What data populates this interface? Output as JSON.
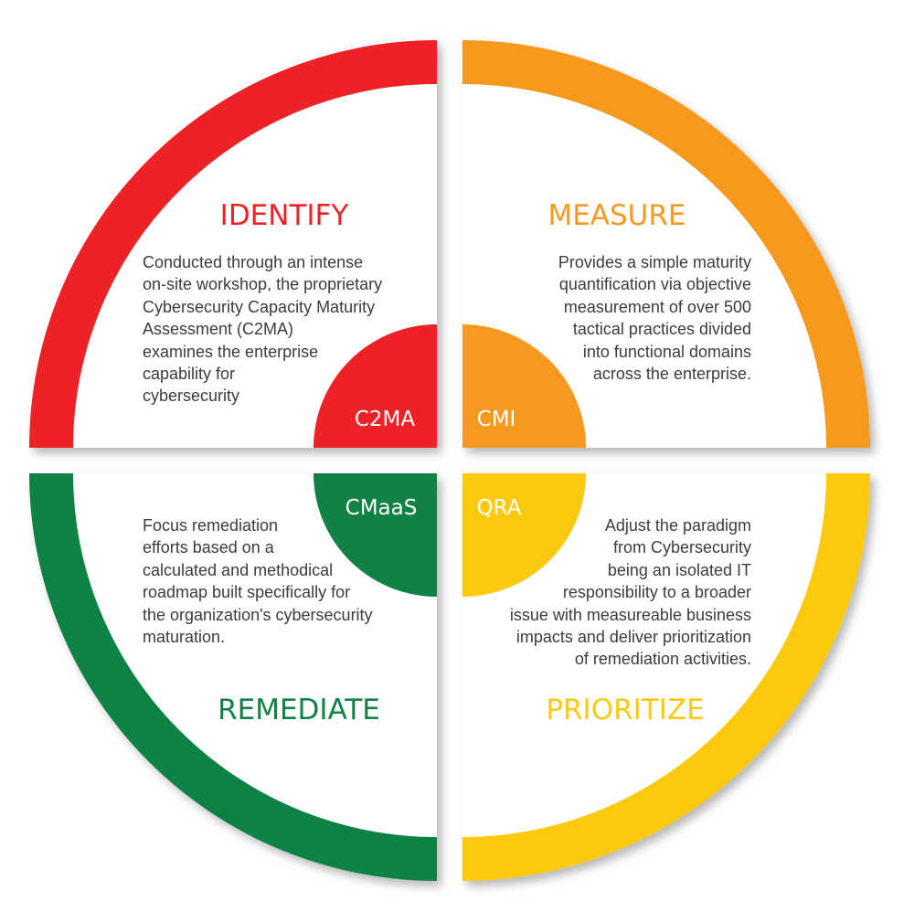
{
  "colors": {
    "identify": "#ed2227",
    "measure": "#f7991f",
    "remediate": "#118245",
    "prioritize": "#fcc911",
    "text": "#3c3c3c"
  },
  "quadrants": {
    "identify": {
      "title": "IDENTIFY",
      "tag": "C2MA",
      "lines": [
        "Conducted through an intense",
        "on-site workshop, the proprietary",
        "Cybersecurity Capacity Maturity",
        "Assessment (C2MA)",
        "examines the enterprise",
        "capability for",
        "cybersecurity"
      ]
    },
    "measure": {
      "title": "MEASURE",
      "tag": "CMI",
      "lines": [
        "Provides a simple maturity",
        "quantification via objective",
        "measurement of over 500",
        "tactical practices divided",
        "into functional domains",
        "across the enterprise."
      ]
    },
    "remediate": {
      "title": "REMEDIATE",
      "tag": "CMaaS",
      "lines": [
        "Focus remediation",
        "efforts based on a",
        "calculated and methodical",
        "roadmap built specifically for",
        "the organization's cybersecurity",
        "maturation."
      ]
    },
    "prioritize": {
      "title": "PRIORITIZE",
      "tag": "QRA",
      "lines": [
        "Adjust the paradigm",
        "from Cybersecurity",
        "being an isolated IT",
        "responsibility to a broader",
        "issue with measureable business",
        "impacts and deliver prioritization",
        "of remediation activities."
      ]
    }
  }
}
